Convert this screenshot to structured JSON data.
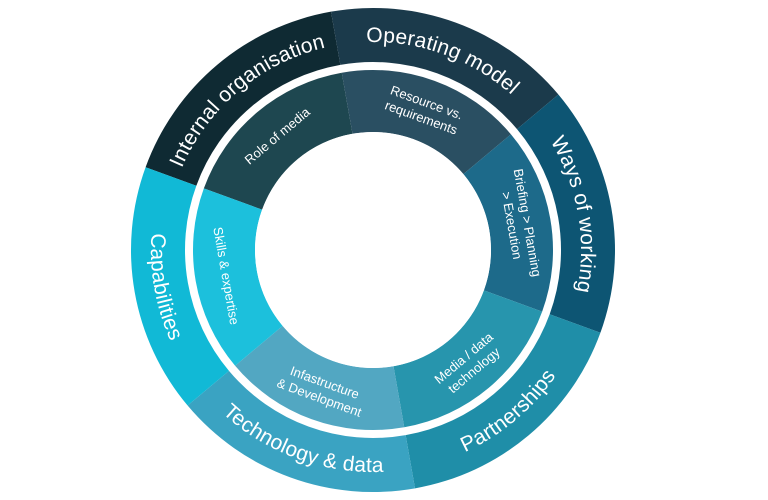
{
  "outer_ring": [
    {
      "label": "Internal organisation",
      "color": "#0f2a33"
    },
    {
      "label": "Operating model",
      "color": "#1b3a4b"
    },
    {
      "label": "Ways of working",
      "color": "#0d5573"
    },
    {
      "label": "Partnerships",
      "color": "#1f8ea8"
    },
    {
      "label": "Technology & data",
      "color": "#3aa3c2"
    },
    {
      "label": "Capabilities",
      "color": "#11b9d6"
    }
  ],
  "inner_ring": [
    {
      "lines": [
        "Role of media"
      ],
      "color": "#1e4750"
    },
    {
      "lines": [
        "Resource vs.",
        "requirements"
      ],
      "color": "#2a4f62"
    },
    {
      "lines": [
        "Briefing > Planning",
        "> Execution"
      ],
      "color": "#1d6a8a"
    },
    {
      "lines": [
        "Media / data",
        "technology"
      ],
      "color": "#2795ad"
    },
    {
      "lines": [
        "Infastructure",
        "& Development"
      ],
      "color": "#52a7c2"
    },
    {
      "lines": [
        "Skills & expertise"
      ],
      "color": "#1cc0dc"
    }
  ]
}
